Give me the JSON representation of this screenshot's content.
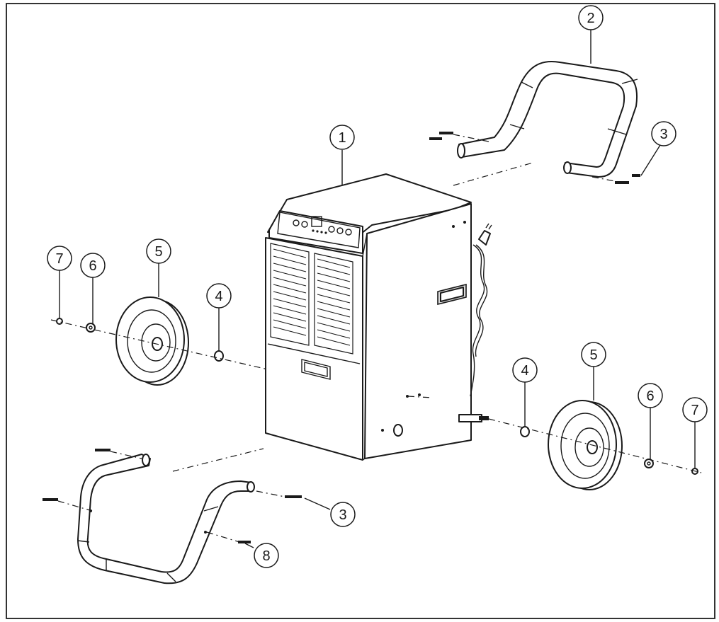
{
  "diagram": {
    "callouts": [
      {
        "id": "c1",
        "label": "1"
      },
      {
        "id": "c2",
        "label": "2"
      },
      {
        "id": "c3a",
        "label": "3"
      },
      {
        "id": "c3b",
        "label": "3"
      },
      {
        "id": "c4a",
        "label": "4"
      },
      {
        "id": "c4b",
        "label": "4"
      },
      {
        "id": "c5a",
        "label": "5"
      },
      {
        "id": "c5b",
        "label": "5"
      },
      {
        "id": "c6a",
        "label": "6"
      },
      {
        "id": "c6b",
        "label": "6"
      },
      {
        "id": "c7a",
        "label": "7"
      },
      {
        "id": "c7b",
        "label": "7"
      },
      {
        "id": "c8",
        "label": "8"
      }
    ]
  }
}
